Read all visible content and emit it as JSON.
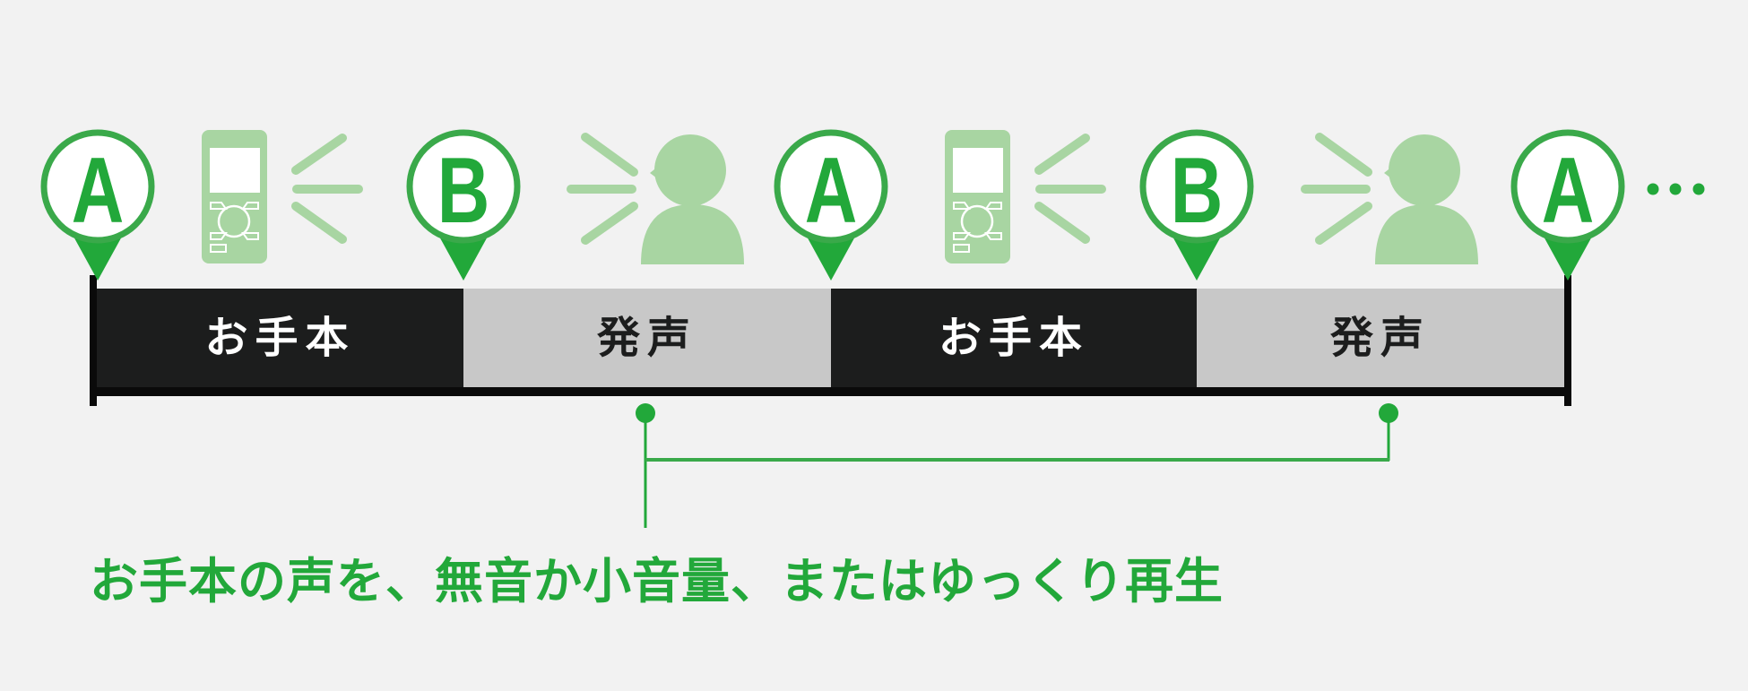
{
  "diagram": {
    "colors": {
      "background": "#f2f2f2",
      "accent_green": "#22a83a",
      "ring_green": "#3aa94a",
      "icon_light_green": "#a8d5a2",
      "segment_dark": "#1c1d1d",
      "segment_light": "#c8c8c8"
    },
    "markers": [
      {
        "letter": "A"
      },
      {
        "letter": "B"
      },
      {
        "letter": "A"
      },
      {
        "letter": "B"
      },
      {
        "letter": "A"
      }
    ],
    "icons": [
      {
        "name": "recorder-icon",
        "meaning": "playback"
      },
      {
        "name": "speaking-person-icon",
        "meaning": "speaking"
      },
      {
        "name": "recorder-icon",
        "meaning": "playback"
      },
      {
        "name": "speaking-person-icon",
        "meaning": "speaking"
      }
    ],
    "segments": [
      {
        "label": "お手本",
        "style": "dark"
      },
      {
        "label": "発声",
        "style": "light"
      },
      {
        "label": "お手本",
        "style": "dark"
      },
      {
        "label": "発声",
        "style": "light"
      }
    ],
    "continuation": "…",
    "caption": "お手本の声を、無音か小音量、またはゆっくり再生"
  }
}
